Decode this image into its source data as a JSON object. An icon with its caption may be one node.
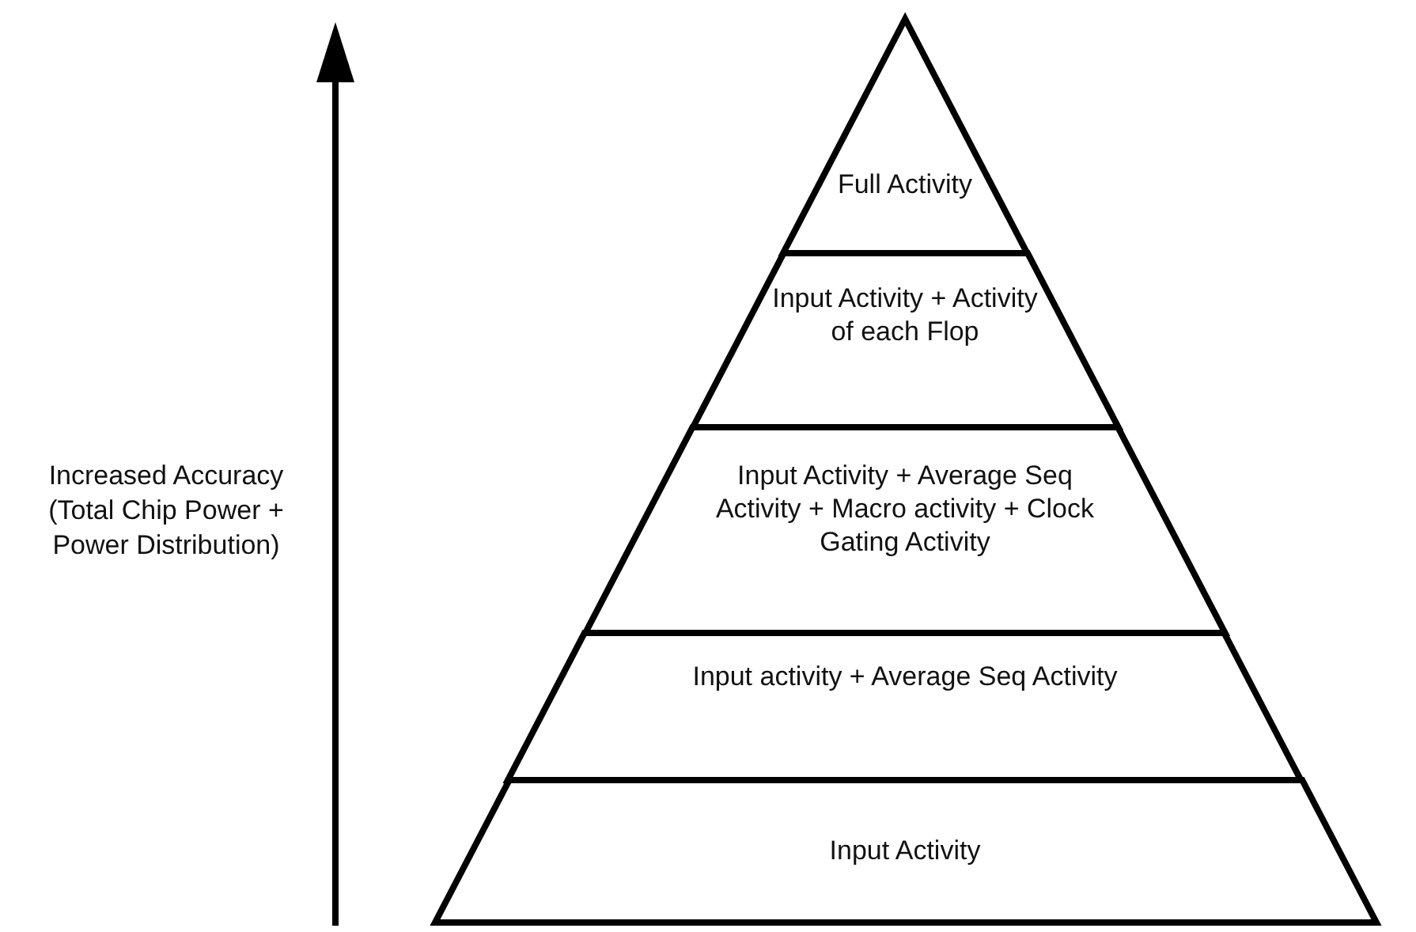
{
  "diagram": {
    "nodes": [
      {
        "text": [
          "Full Activity"
        ]
      },
      {
        "text": [
          "Input Activity + Activity of each Flop"
        ]
      },
      {
        "text": [
          "Input Activity + Average Seq Activity + Macro activity + Clock Gating Activity"
        ]
      },
      {
        "text": [
          "Input activity + Average Seq Activity"
        ]
      },
      {
        "text": [
          "Input Activity"
        ]
      }
    ],
    "labels": [
      "Increased Accuracy (Total Chip Power + Power Distribution)"
    ]
  }
}
